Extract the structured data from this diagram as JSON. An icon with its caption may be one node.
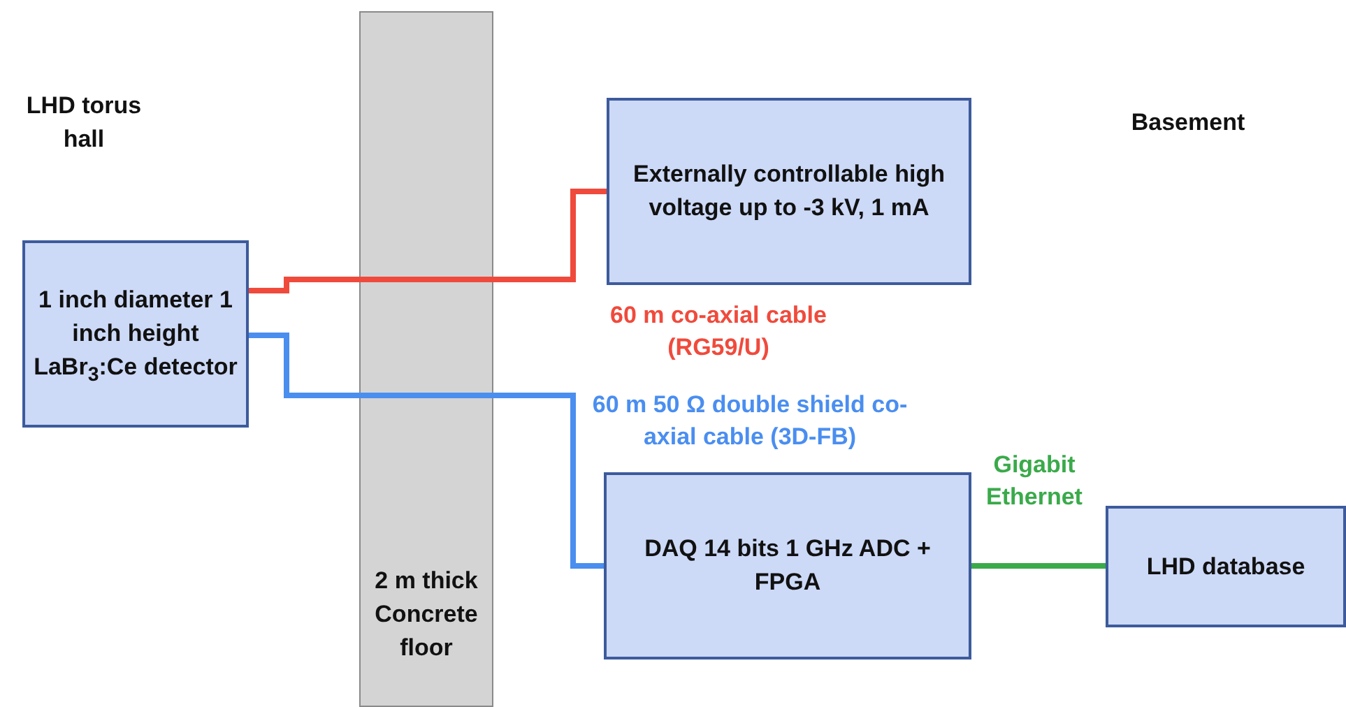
{
  "diagram": {
    "nodes": [
      {
        "text": [
          "1 inch diameter 1 inch height LaBr$_{3}$:Ce detector"
        ]
      },
      {
        "text": [
          "Externally controllable high voltage up to -3 kV, 1 mA"
        ]
      },
      {
        "text": [
          "DAQ 14 bits 1 GHz ADC + FPGA"
        ]
      },
      {
        "text": [
          "LHD database"
        ]
      }
    ],
    "edges": [
      {
        "from": 0,
        "to": 1,
        "arrow": "none",
        "label": "60 m co-axial cable (RG59/U)",
        "color": "#f04a3c"
      },
      {
        "from": 0,
        "to": 2,
        "arrow": "none",
        "label": "60 m 50 Ω double shield co-axial cable (3D-FB)",
        "color": "#4a8ef0"
      },
      {
        "from": 2,
        "to": 3,
        "arrow": "none",
        "label": "Gigabit Ethernet",
        "color": "#3aaa4a"
      }
    ],
    "labels": [
      "LHD torus hall",
      "2 m thick Concrete floor",
      "Basement"
    ]
  }
}
